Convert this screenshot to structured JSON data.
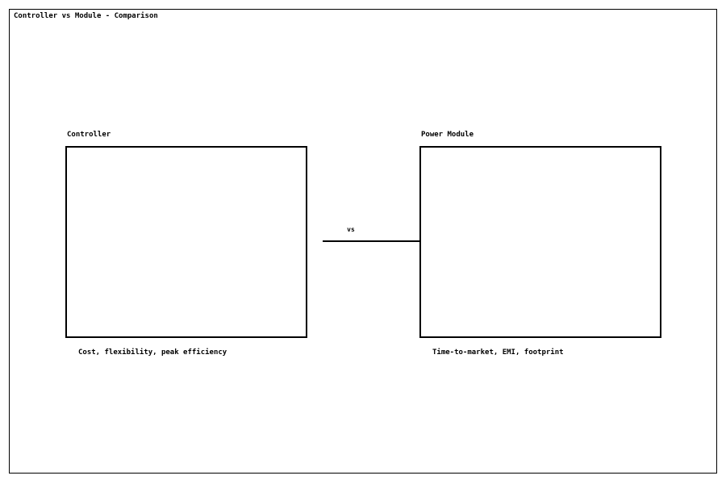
{
  "page": {
    "title": "Controller vs Module - Comparison",
    "background_color": "#ffffff",
    "frame_color": "#000000"
  },
  "diagram": {
    "type": "comparison",
    "connector": {
      "label": "vs",
      "orientation": "horizontal"
    },
    "blocks": [
      {
        "id": "controller",
        "label": "Controller",
        "caption": "Cost, flexibility, peak efficiency",
        "border_color": "#000000",
        "fill_color": "#ffffff"
      },
      {
        "id": "power-module",
        "label": "Power Module",
        "caption": "Time-to-market, EMI, footprint",
        "border_color": "#000000",
        "fill_color": "#ffffff"
      }
    ]
  }
}
